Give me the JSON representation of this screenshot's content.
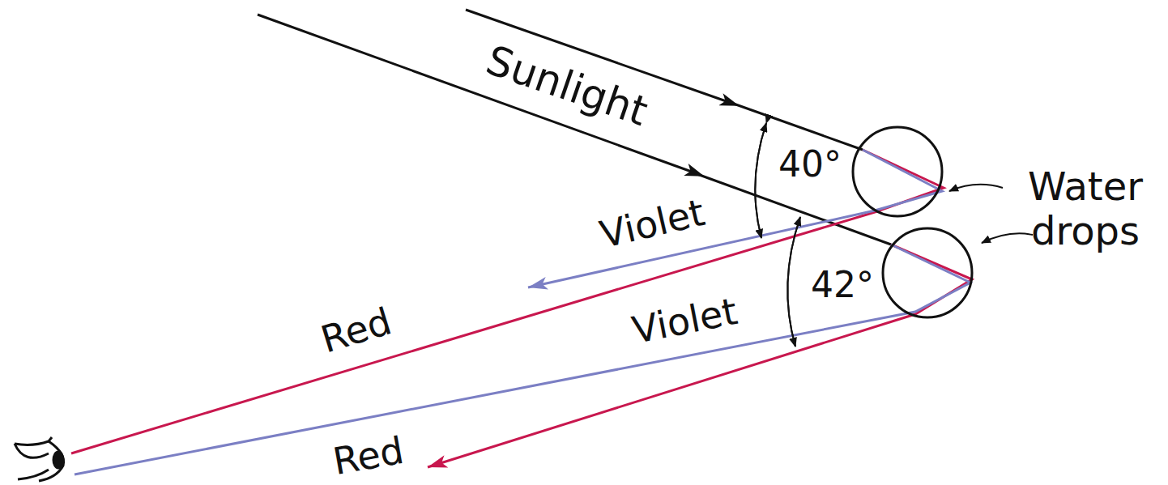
{
  "diagram": {
    "labels": [
      "Sunlight",
      "40°",
      "Water drops",
      "Violet",
      "42°",
      "Red",
      "Violet",
      "Red"
    ]
  }
}
